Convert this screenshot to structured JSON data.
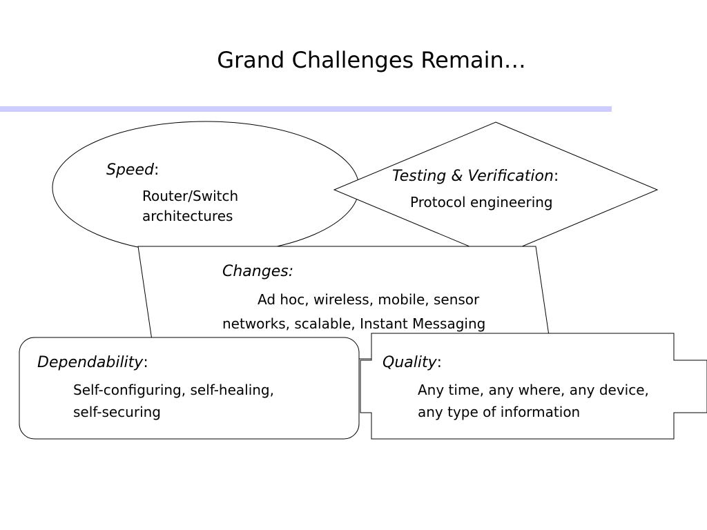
{
  "title": "Grand Challenges Remain…",
  "colors": {
    "accent_rule": "#ccccff",
    "stroke": "#000000",
    "fill": "#ffffff"
  },
  "boxes": {
    "speed": {
      "heading": "Speed",
      "suffix": ":",
      "lines": [
        "Router/Switch",
        "architectures"
      ]
    },
    "testing": {
      "heading": "Testing & Verification",
      "suffix": ":",
      "lines": [
        "Protocol engineering"
      ]
    },
    "changes": {
      "heading": "Changes:",
      "lines": [
        "Ad hoc, wireless, mobile, sensor",
        "networks, scalable, Instant Messaging"
      ]
    },
    "dependability": {
      "heading": "Dependability",
      "suffix": ":",
      "lines": [
        "Self-configuring, self-healing,",
        "self-securing"
      ]
    },
    "quality": {
      "heading": "Quality",
      "suffix": ":",
      "lines": [
        "Any time, any where, any device,",
        "any type of information"
      ]
    }
  }
}
